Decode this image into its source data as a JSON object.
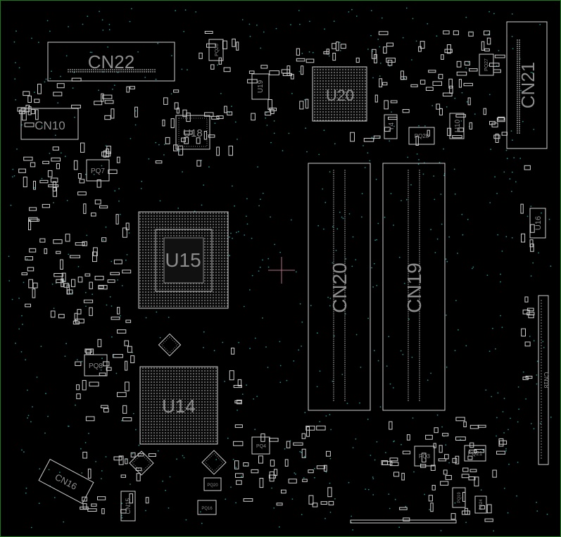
{
  "colors": {
    "background": "#000000",
    "outline": "#cfcfcf",
    "label": "#8c8c8c",
    "via": "#2a8a8a",
    "frame": "#1a7a1a",
    "crosshair": "#b07080"
  },
  "labels": {
    "cn22": "CN22",
    "cn21": "CN21",
    "cn10": "CN10",
    "u20": "U20",
    "u19": "U19",
    "u18": "U18",
    "u15": "U15",
    "u14": "U14",
    "u16": "U16",
    "u10": "U10",
    "y4": "Y4",
    "pq28": "PQ28",
    "pq27": "PQ27",
    "pq26": "PQ26",
    "pq7": "PQ7",
    "pq8": "PQ8",
    "pq4": "PQ4",
    "pq3": "PQ3",
    "pq21": "PQ21",
    "pq20": "PQ20",
    "pq16": "PQ16",
    "pq19": "PQ19",
    "pq24": "PQ24",
    "cn20": "CN20",
    "cn19": "CN19",
    "cn18": "CN18",
    "cn16": "CN16",
    "cn15": "CN15"
  }
}
